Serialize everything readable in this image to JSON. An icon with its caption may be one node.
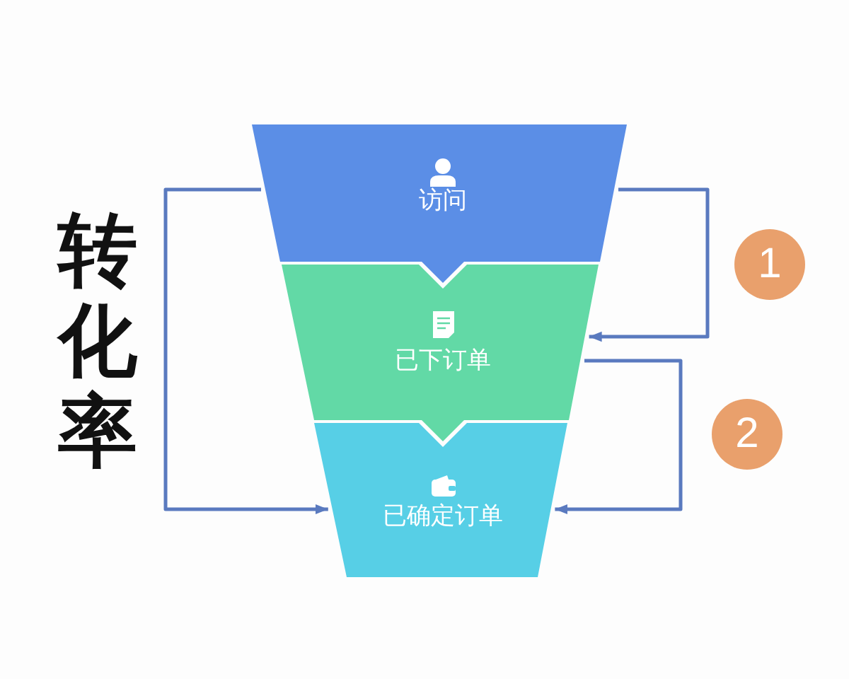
{
  "diagram": {
    "title": "转化率",
    "nodes": [
      {
        "text": [
          "访问"
        ]
      },
      {
        "text": [
          "已下订单"
        ]
      },
      {
        "text": [
          "已确定订单"
        ]
      },
      {
        "text": [
          "1"
        ]
      },
      {
        "text": [
          "2"
        ]
      }
    ],
    "edges": [
      {
        "from": 0,
        "to": 1,
        "arrow": "to"
      },
      {
        "from": 1,
        "to": 2,
        "arrow": "to"
      },
      {
        "from": 0,
        "to": 2,
        "arrow": "to"
      }
    ]
  }
}
